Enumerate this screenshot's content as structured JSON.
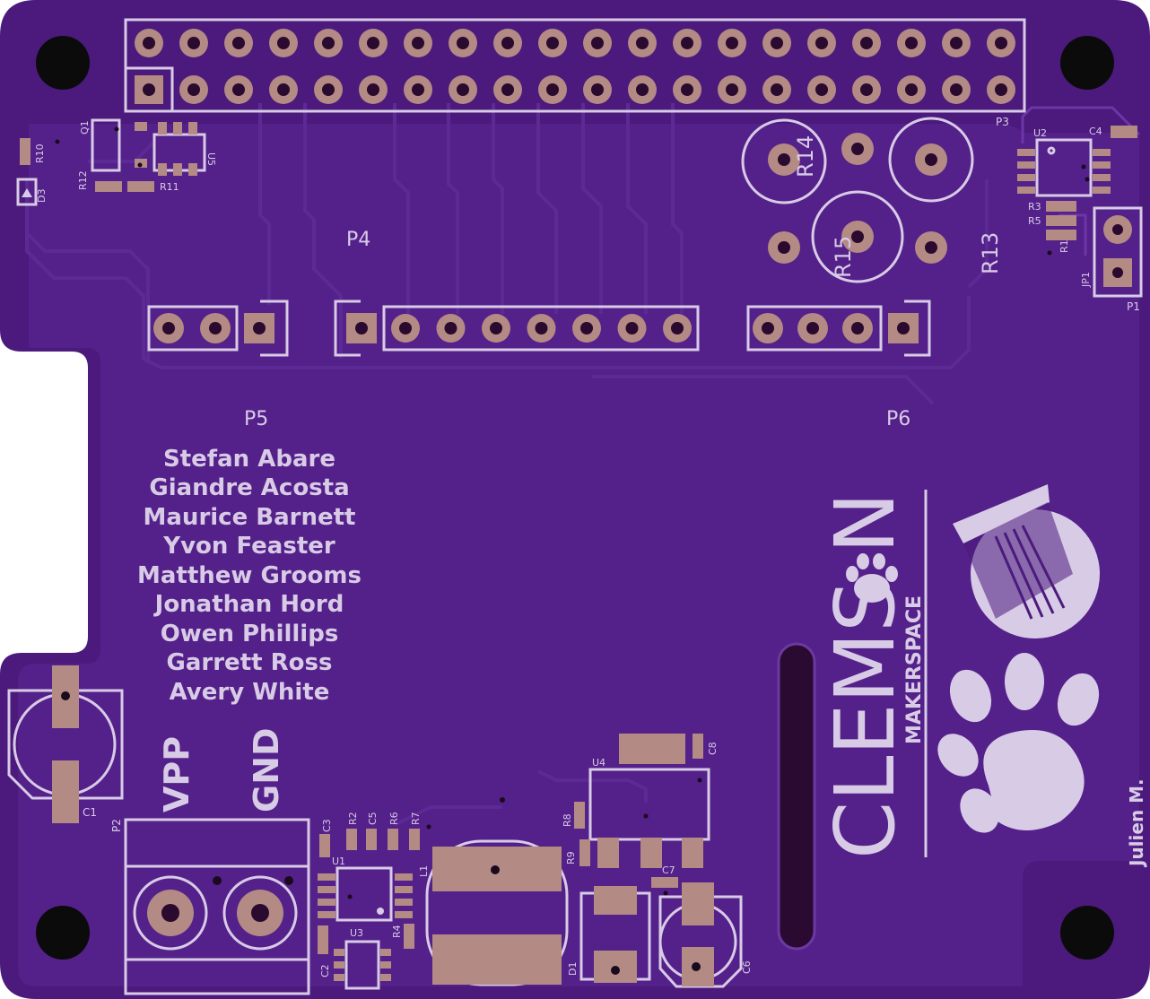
{
  "board": {
    "colors": {
      "soldermask": "#4b1a7c",
      "soldermask_inner": "#5a248d",
      "silkscreen": "#d8cbe6",
      "copper_pad": "#b38a84",
      "drill": "#1a0a1e"
    }
  },
  "headers": {
    "p3": "P3",
    "p4": "P4",
    "p5": "P5",
    "p6": "P6",
    "p1": "P1",
    "p2": "P2",
    "jp1": "JP1"
  },
  "power_labels": {
    "vpp": "VPP",
    "gnd": "GND"
  },
  "names": [
    "Stefan Abare",
    "Giandre Acosta",
    "Maurice Barnett",
    "Yvon Feaster",
    "Matthew Grooms",
    "Jonathan Hord",
    "Owen Phillips",
    "Garrett Ross",
    "Avery White"
  ],
  "logo": {
    "clemson": "CLEMS N",
    "makerspace": "MAKERSPACE"
  },
  "signature": "Julien M.",
  "designators": {
    "q1": "Q1",
    "u5": "U5",
    "r10": "R10",
    "r12": "R12",
    "r11": "R11",
    "d3": "D3",
    "r14": "R14",
    "r15": "R15",
    "r13": "R13",
    "u2": "U2",
    "c4": "C4",
    "r3": "R3",
    "r5": "R5",
    "r1": "R1",
    "c1": "C1",
    "c3": "C3",
    "r2": "R2",
    "c5": "C5",
    "r6": "R6",
    "r7": "R7",
    "u1": "U1",
    "l1": "L1",
    "u3": "U3",
    "r4": "R4",
    "c2": "C2",
    "u4": "U4",
    "c8": "C8",
    "r8": "R8",
    "r9": "R9",
    "c7": "C7",
    "d1": "D1",
    "c6": "C6"
  }
}
